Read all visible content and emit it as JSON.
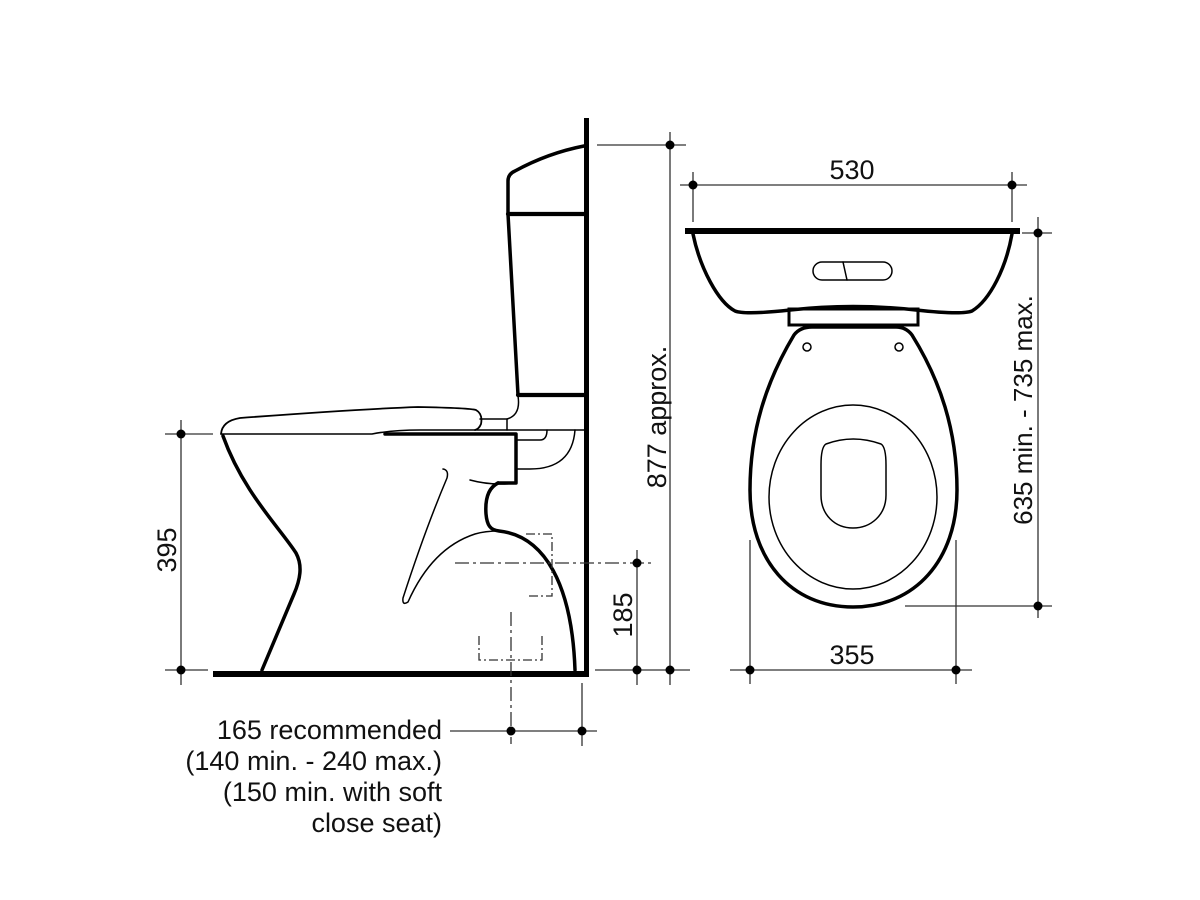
{
  "diagram": {
    "style": {
      "background": "#ffffff",
      "line_color": "#000000",
      "dimension_color": "#333333",
      "text_color": "#111111"
    },
    "side_view": {
      "dimensions": {
        "seat_height": "395",
        "outlet_height": "185",
        "overall_height": "877 approx.",
        "setout": [
          "165 recommended",
          "(140 min. - 240 max.)",
          "(150 min. with soft",
          "close seat)"
        ]
      }
    },
    "top_view": {
      "dimensions": {
        "cistern_width": "530",
        "pan_width": "355",
        "projection": "635 min. - 735 max."
      }
    }
  }
}
